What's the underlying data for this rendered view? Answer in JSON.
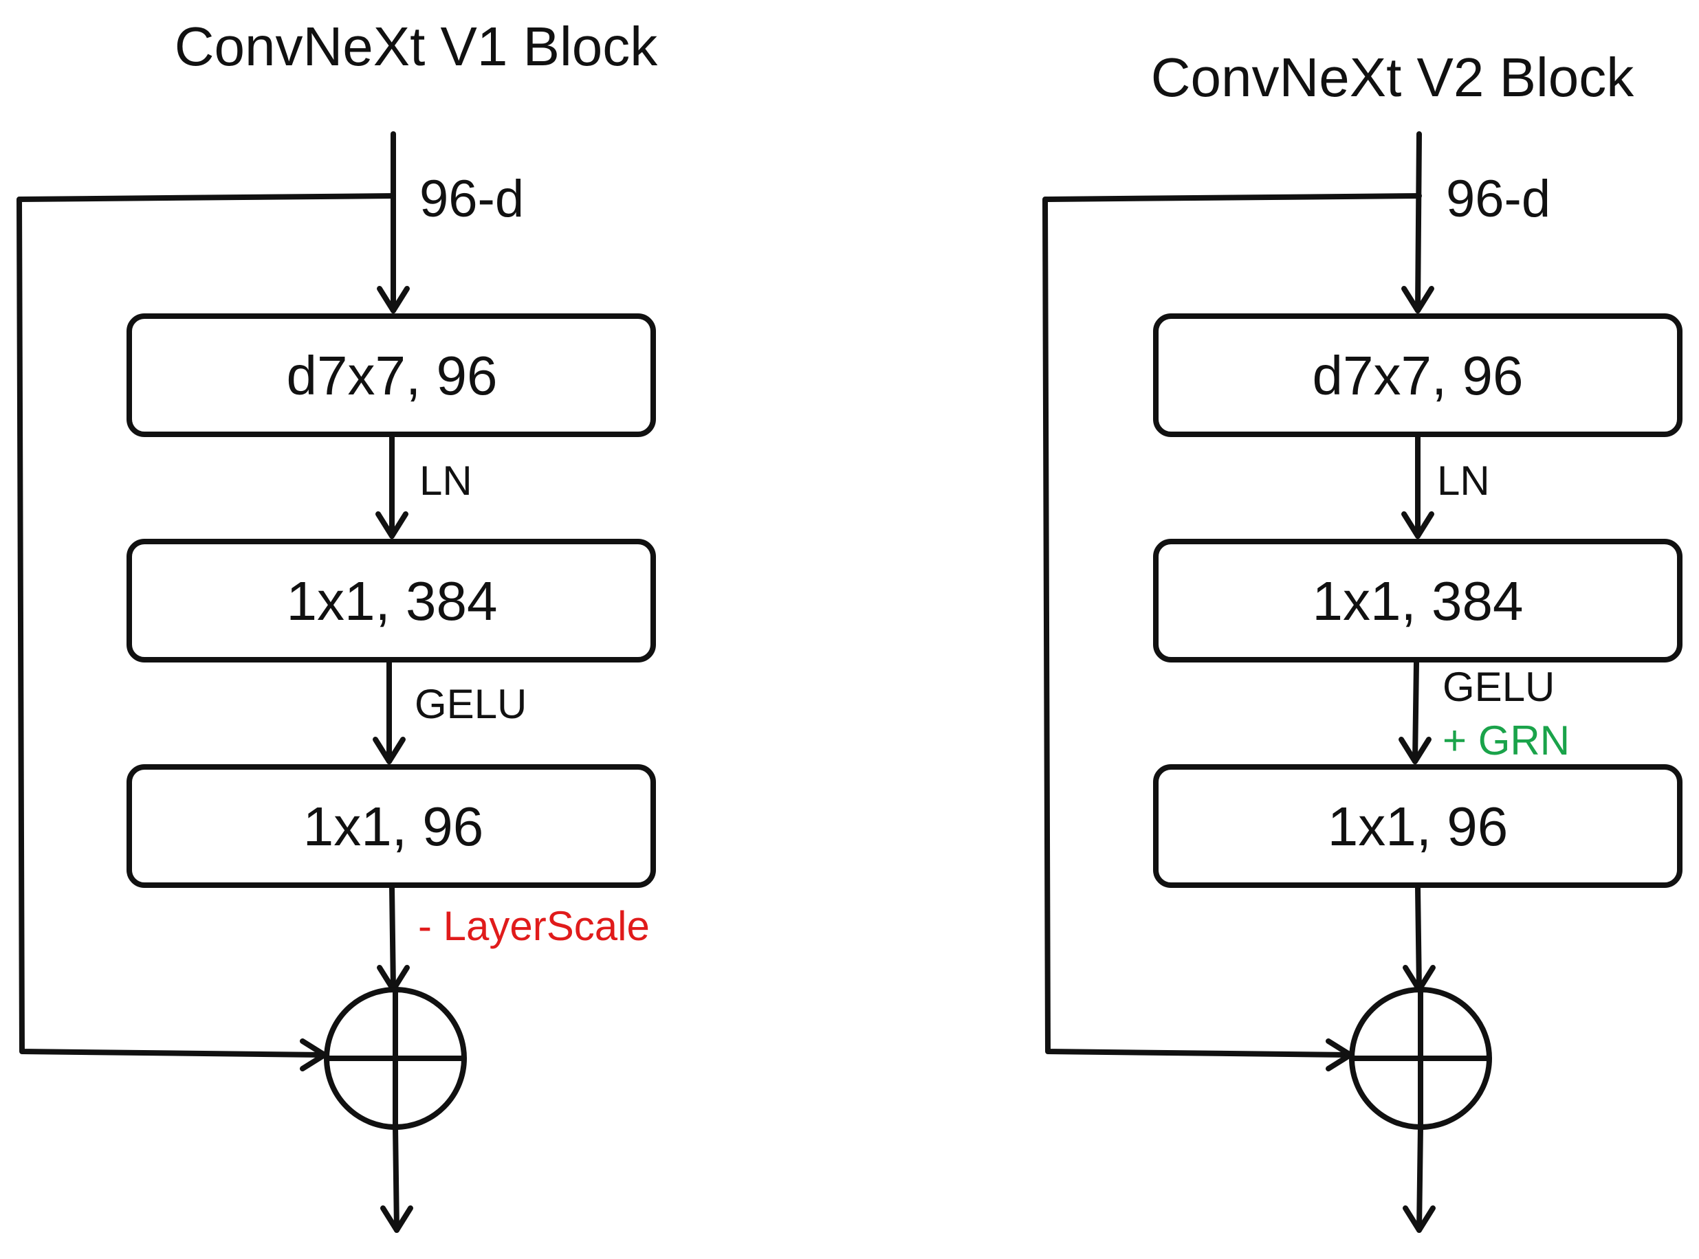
{
  "v1": {
    "title": "ConvNeXt V1 Block",
    "input_dim": "96-d",
    "layers": [
      "d7x7, 96",
      "1x1, 384",
      "1x1, 96"
    ],
    "after_layer1": "LN",
    "after_layer2": "GELU",
    "after_layer3": "- LayerScale"
  },
  "v2": {
    "title": "ConvNeXt V2 Block",
    "input_dim": "96-d",
    "layers": [
      "d7x7, 96",
      "1x1, 384",
      "1x1, 96"
    ],
    "after_layer1": "LN",
    "after_layer2": "GELU",
    "after_layer2_extra": "+ GRN"
  },
  "colors": {
    "removed": "#e01b1b",
    "added": "#1aa34a"
  }
}
